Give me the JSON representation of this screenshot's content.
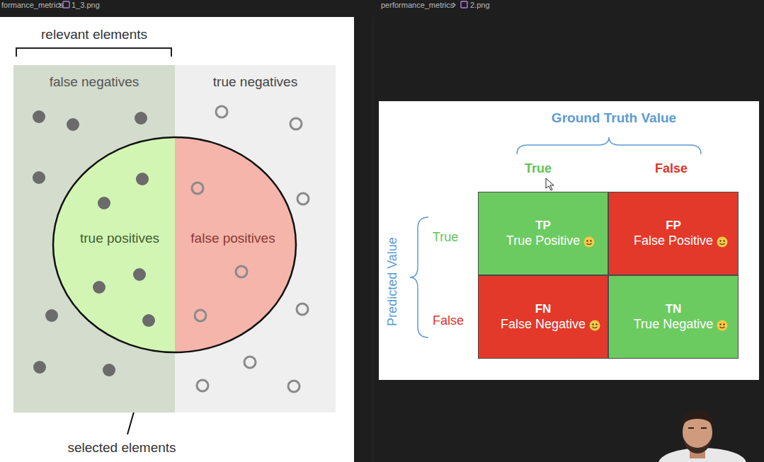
{
  "diagram": {
    "nodes": [
      {
        "text": [
          "false negatives"
        ]
      },
      {
        "text": [
          "true negatives"
        ]
      },
      {
        "text": [
          "true positives"
        ],
        "in": 0
      },
      {
        "text": [
          "false positives"
        ],
        "in": 1
      },
      {
        "text": [
          "TP",
          "True Positive"
        ]
      },
      {
        "text": [
          "FP",
          "False Positive"
        ]
      },
      {
        "text": [
          "FN",
          "False Negative"
        ]
      },
      {
        "text": [
          "TN",
          "True Negative"
        ]
      }
    ],
    "labels": [
      "formance_metrics",
      "1_3.png",
      "performance_metrics",
      "2.png",
      "relevant elements",
      "selected elements",
      "Ground Truth Value",
      "True",
      "False",
      "Predicted Value",
      "True",
      "False"
    ]
  }
}
